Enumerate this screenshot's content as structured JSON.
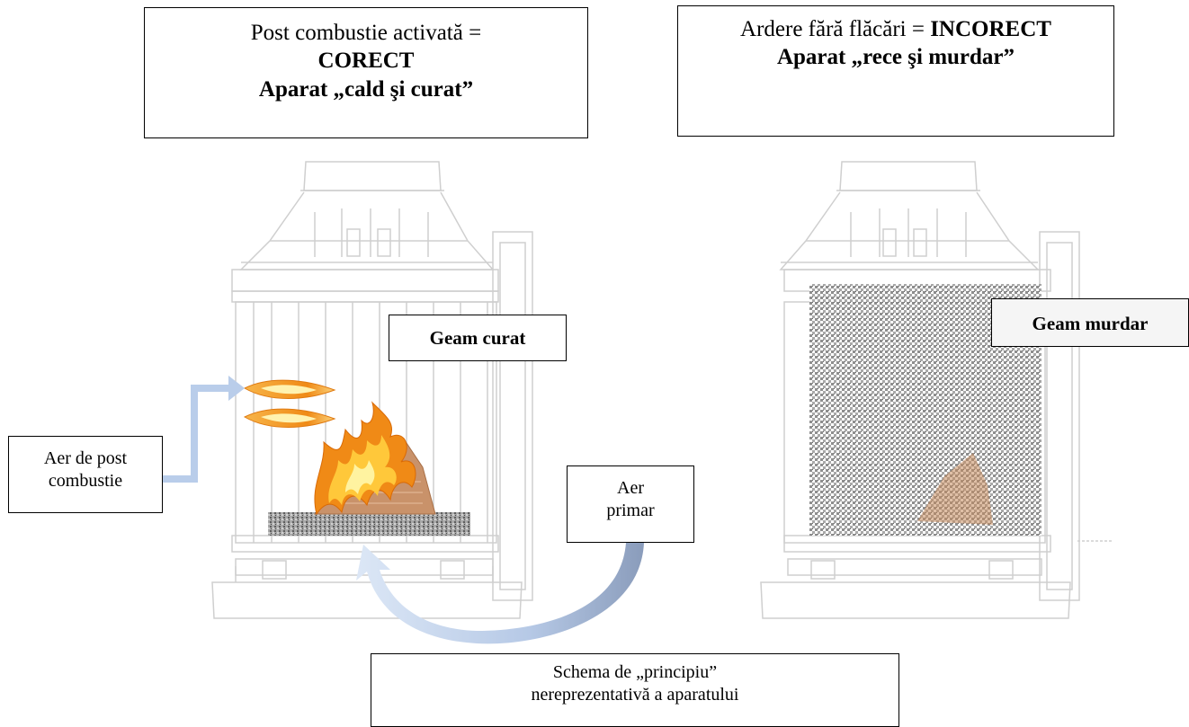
{
  "top_left": {
    "line1": "Post combustie activată =",
    "line2": "CORECT",
    "line3": "Aparat „cald şi curat”"
  },
  "top_right": {
    "line1_a": "Ardere fără flăcări = ",
    "line1_b": "INCORECT",
    "line2": "Aparat „rece şi murdar”"
  },
  "labels": {
    "geam_curat": "Geam curat",
    "geam_murdar": "Geam murdar",
    "aer_post_line1": "Aer de post",
    "aer_post_line2": "combustie",
    "aer_primar_line1": "Aer",
    "aer_primar_line2": "primar"
  },
  "bottom": {
    "line1": "Schema de „principiu”",
    "line2": "nereprezentativă a aparatului"
  },
  "colors": {
    "flame": "#f39a1e",
    "flame_inner": "#ffd23f",
    "wood": "#c48a5c",
    "air_arrow": "#b9cdea",
    "stove_line": "#c9c9c9"
  }
}
